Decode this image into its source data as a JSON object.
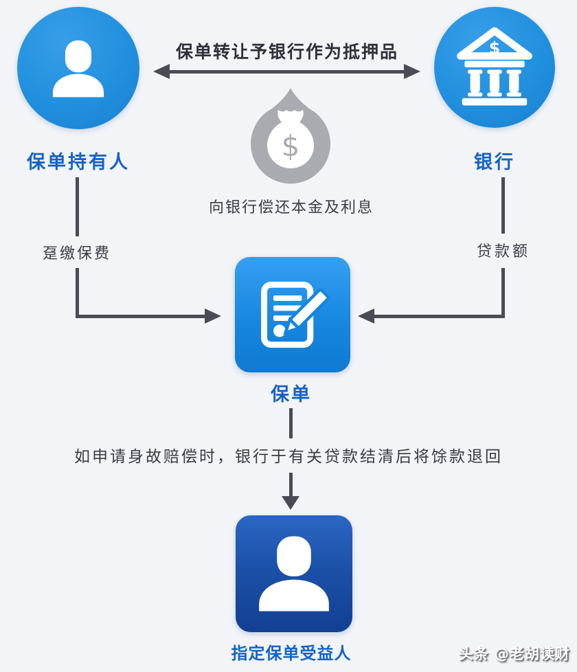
{
  "diagram": {
    "nodes": {
      "policyholder": {
        "label": "保单持有人",
        "icon": "person-icon"
      },
      "bank": {
        "label": "银行",
        "icon": "bank-icon"
      },
      "policy": {
        "label": "保单",
        "icon": "document-pencil-icon"
      },
      "beneficiary": {
        "label": "指定保单受益人",
        "icon": "person-icon"
      }
    },
    "edges": {
      "assign_to_bank": "保单转让予银行作为抵押品",
      "repay_bank": "向银行偿还本金及利息",
      "single_premium": "趸缴保费",
      "loan_amount": "贷款额",
      "death_claim_note": "如申请身故赔偿时，银行于有关贷款结清后将馀款退回"
    },
    "center_icon": "money-bag-icon",
    "glyphs": {
      "dollar": "$"
    },
    "watermark": "头条 @老胡读财",
    "colors": {
      "background": "#f3f4f8",
      "circle_blue": "#2190de",
      "policy_blue": "#1787e0",
      "beneficiary_navy": "#1c51a8",
      "label_blue": "#1463c5",
      "text_dark": "#3b3b45",
      "arrow_gray": "#4a4b54",
      "bag_gray": "#a9abb0"
    }
  }
}
